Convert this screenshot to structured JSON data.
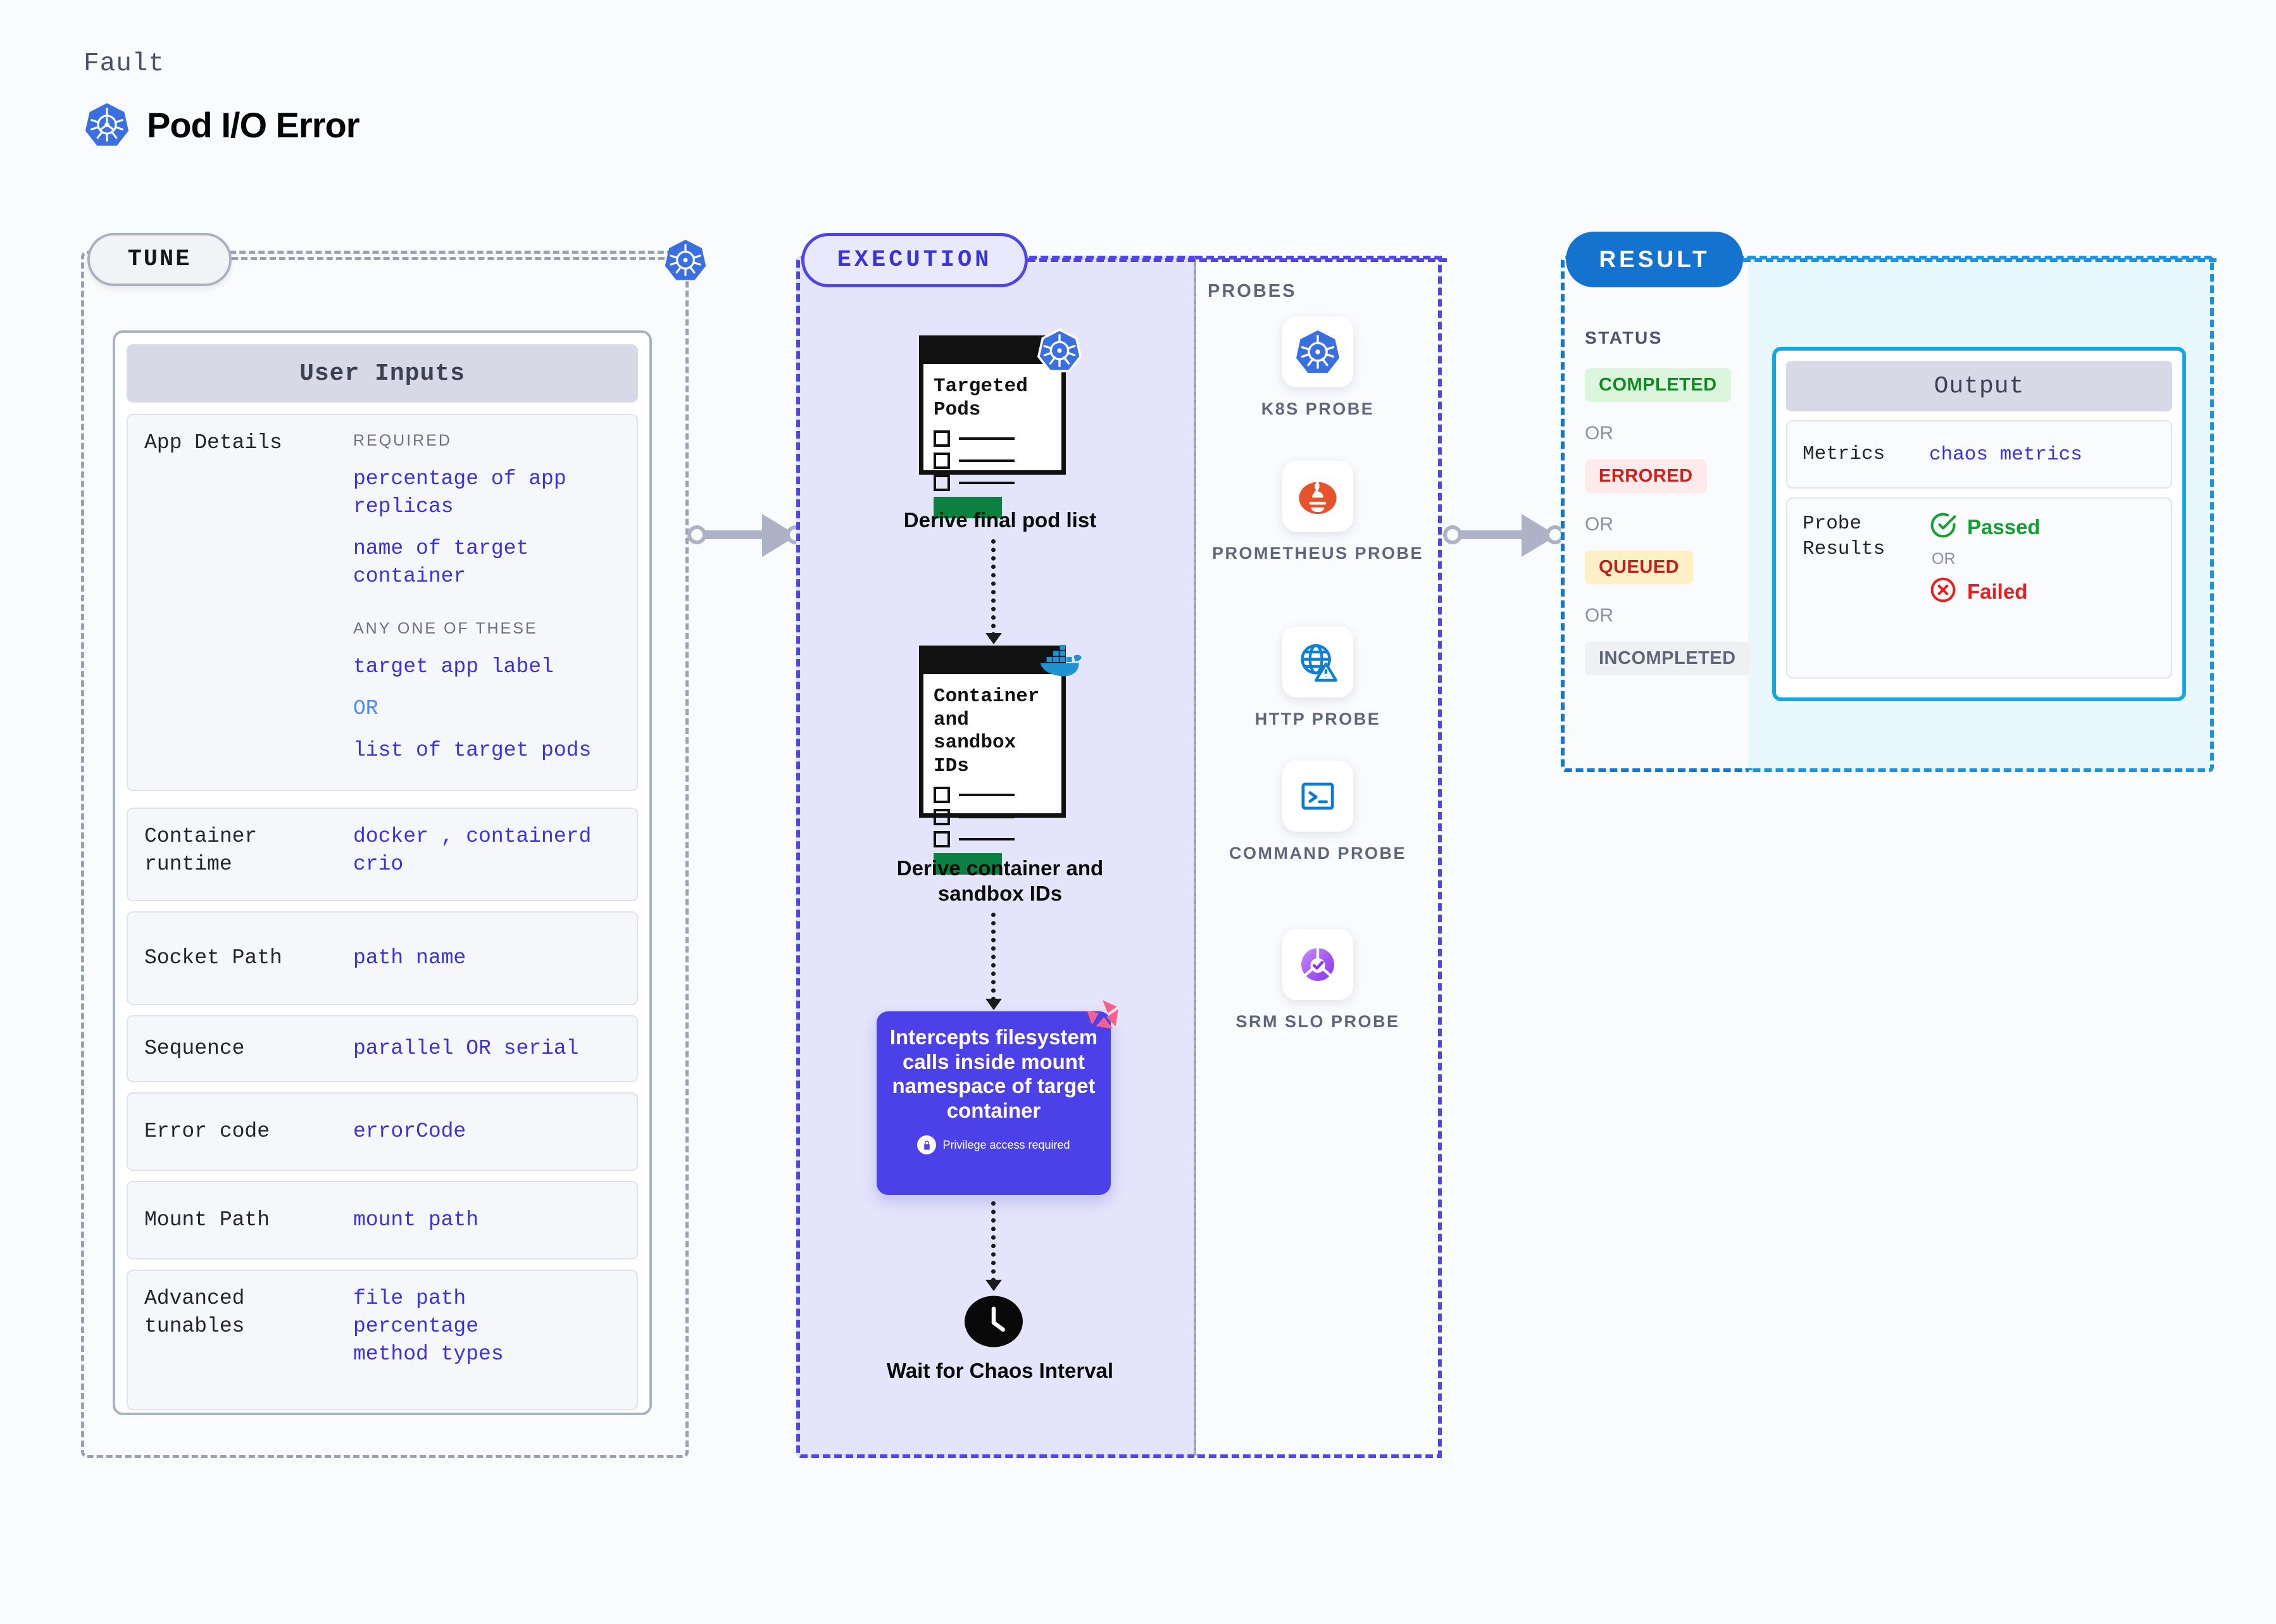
{
  "header": {
    "eyebrow": "Fault",
    "title": "Pod I/O Error",
    "icon": "kubernetes-icon"
  },
  "tune": {
    "badge": "TUNE",
    "card_title": "User Inputs",
    "node_icon": "kubernetes-icon",
    "rows": [
      {
        "label": "App Details",
        "groups": [
          {
            "heading": "REQUIRED",
            "values": [
              "percentage of app replicas",
              "name of target container"
            ]
          },
          {
            "heading": "ANY ONE OF THESE",
            "values": [
              "target app label",
              "OR",
              "list of target pods"
            ]
          }
        ]
      },
      {
        "label": "Container runtime",
        "values": [
          "docker , containerd",
          "crio"
        ]
      },
      {
        "label": "Socket Path",
        "values": [
          "path name"
        ]
      },
      {
        "label": "Sequence",
        "values": [
          "parallel OR serial"
        ]
      },
      {
        "label": "Error code",
        "values": [
          "errorCode"
        ]
      },
      {
        "label": "Mount Path",
        "values": [
          "mount path"
        ]
      },
      {
        "label": "Advanced tunables",
        "values": [
          "file path",
          "percentage",
          "method types"
        ]
      }
    ]
  },
  "execution": {
    "badge": "EXECUTION",
    "steps": [
      {
        "card_title": "Targeted Pods",
        "caption": "Derive final pod list",
        "icon": "kubernetes-icon"
      },
      {
        "card_title": "Container and sandbox IDs",
        "caption": "Derive container and sandbox IDs",
        "icon": "docker-icon"
      }
    ],
    "chaos": {
      "text": "Intercepts filesystem calls inside mount namespace of target container",
      "note": "Privilege access required",
      "note_icon": "lock-icon",
      "corner_icon": "litmus-icon",
      "color": "#4c40e8"
    },
    "wait": {
      "caption": "Wait for Chaos Interval",
      "icon": "clock-icon"
    }
  },
  "probes": {
    "heading": "PROBES",
    "items": [
      {
        "label": "K8S PROBE",
        "icon": "kubernetes-icon"
      },
      {
        "label": "PROMETHEUS PROBE",
        "icon": "prometheus-icon"
      },
      {
        "label": "HTTP PROBE",
        "icon": "http-globe-icon"
      },
      {
        "label": "COMMAND PROBE",
        "icon": "terminal-icon"
      },
      {
        "label": "SRM SLO PROBE",
        "icon": "srm-slo-icon"
      }
    ]
  },
  "result": {
    "badge": "RESULT",
    "status_heading": "STATUS",
    "or_label": "OR",
    "statuses": [
      {
        "text": "COMPLETED",
        "bg": "#dcf6de",
        "fg": "#0d8a24"
      },
      {
        "text": "ERRORED",
        "bg": "#fdeaea",
        "fg": "#d0201c"
      },
      {
        "text": "QUEUED",
        "bg": "#fdf0c6",
        "fg": "#c31f1c"
      },
      {
        "text": "INCOMPLETED",
        "bg": "#eef0f4",
        "fg": "#5f667a"
      }
    ],
    "output": {
      "title": "Output",
      "metrics_label": "Metrics",
      "metrics_value": "chaos metrics",
      "probe_label": "Probe Results",
      "passed": "Passed",
      "failed": "Failed",
      "or_label": "OR",
      "passed_icon": "check-circle-icon",
      "failed_icon": "x-circle-icon"
    }
  }
}
